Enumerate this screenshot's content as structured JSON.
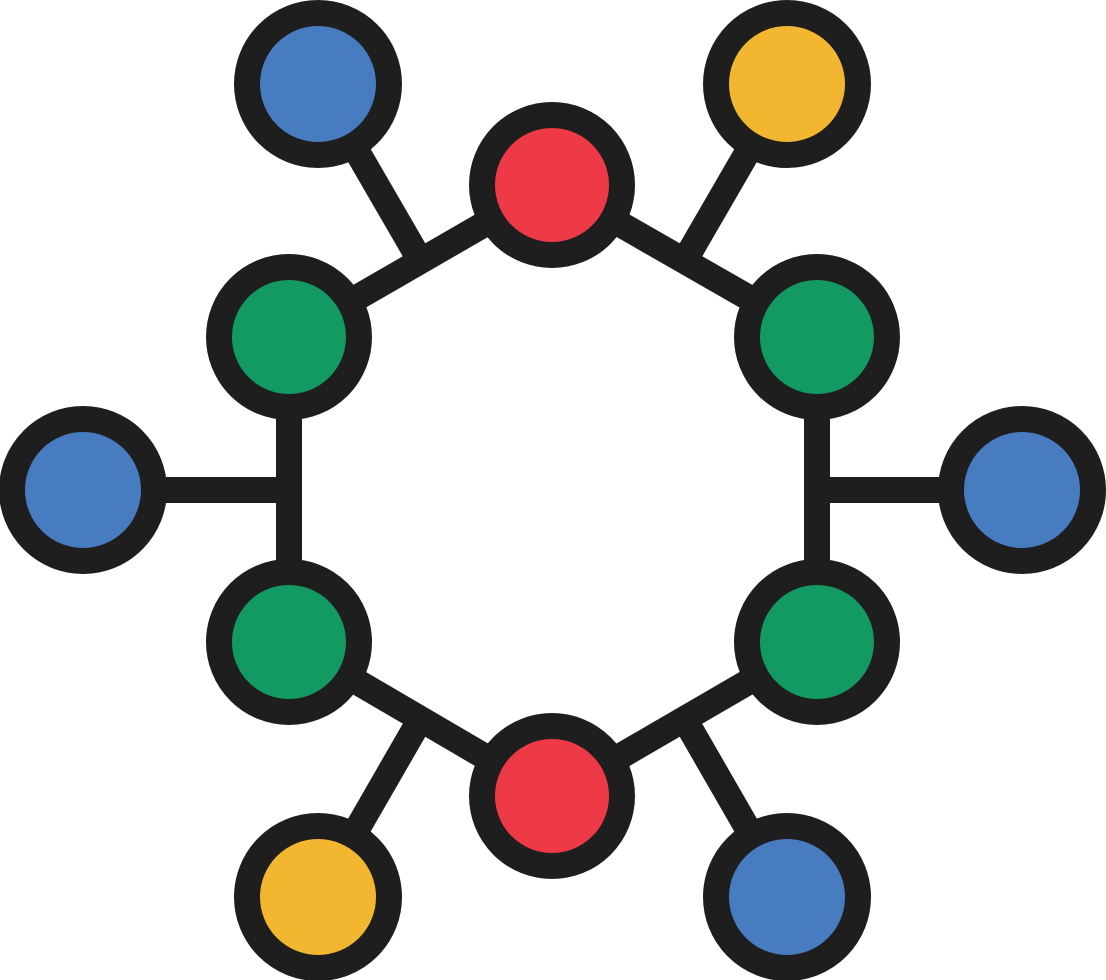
{
  "icon": {
    "name": "molecule-network-icon",
    "colors": {
      "outline": "#1e1e1e",
      "red": "#ee3a46",
      "green": "#129a62",
      "blue": "#477cc0",
      "yellow": "#f2b631"
    },
    "atoms": [
      {
        "id": "center-top",
        "color": "red",
        "role": "ring"
      },
      {
        "id": "center-bottom",
        "color": "red",
        "role": "ring"
      },
      {
        "id": "ring-upper-left",
        "color": "green",
        "role": "ring"
      },
      {
        "id": "ring-lower-left",
        "color": "green",
        "role": "ring"
      },
      {
        "id": "ring-upper-right",
        "color": "green",
        "role": "ring"
      },
      {
        "id": "ring-lower-right",
        "color": "green",
        "role": "ring"
      },
      {
        "id": "outer-top-left",
        "color": "blue",
        "role": "outer"
      },
      {
        "id": "outer-top-right",
        "color": "yellow",
        "role": "outer"
      },
      {
        "id": "outer-left",
        "color": "blue",
        "role": "outer"
      },
      {
        "id": "outer-right",
        "color": "blue",
        "role": "outer"
      },
      {
        "id": "outer-bottom-left",
        "color": "yellow",
        "role": "outer"
      },
      {
        "id": "outer-bottom-right",
        "color": "blue",
        "role": "outer"
      }
    ]
  }
}
